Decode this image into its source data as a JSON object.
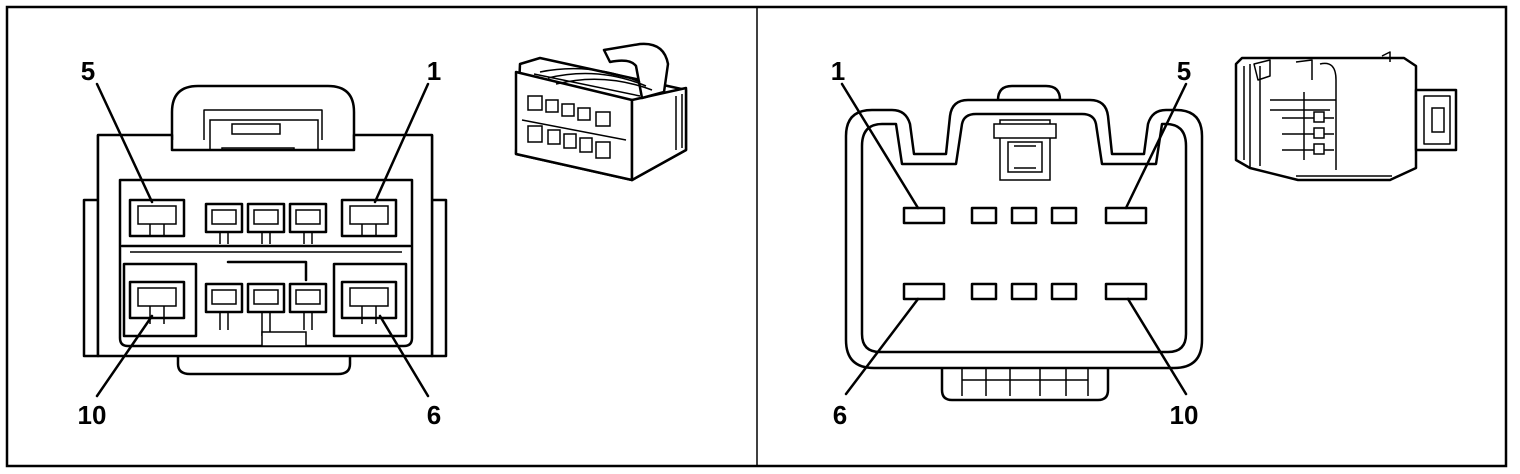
{
  "left_view": {
    "pin_labels": {
      "top_left": "5",
      "top_right": "1",
      "bottom_left": "10",
      "bottom_right": "6"
    }
  },
  "right_view": {
    "pin_labels": {
      "top_left": "1",
      "top_right": "5",
      "bottom_left": "6",
      "bottom_right": "10"
    }
  },
  "colors": {
    "line": "#000000",
    "background": "#ffffff"
  }
}
